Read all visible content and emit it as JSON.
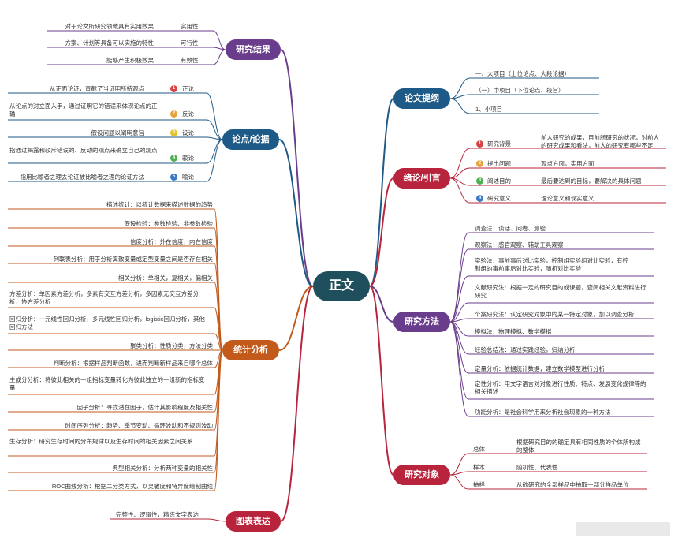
{
  "center": "正文",
  "hubs": {
    "results": "研究结果",
    "arguments": "论点/论据",
    "stats": "统计分析",
    "charts": "图表表达",
    "outline": "论文提纲",
    "intro": "绪论/引言",
    "methods": "研究方法",
    "object": "研究对象"
  },
  "results": [
    {
      "desc": "对于论文所研究领域具有实用效果",
      "tag": "实用性"
    },
    {
      "desc": "方案、计划等具备可以实施的特性",
      "tag": "可行性"
    },
    {
      "desc": "能够产生积极效果",
      "tag": "有效性"
    }
  ],
  "arguments": [
    {
      "desc": "从正面论证，直截了当证明所持观点",
      "num": "1",
      "tag": "正论"
    },
    {
      "desc": "从论点的对立面入手，通过证明它的错误来体现论点的正确",
      "num": "2",
      "tag": "反论"
    },
    {
      "desc": "假设问题以阐明意旨",
      "num": "3",
      "tag": "设论"
    },
    {
      "desc": "指通过揭露和驳斥错误的、反动的观点来确立自己的观点",
      "num": "4",
      "tag": "驳论"
    },
    {
      "desc": "指用比喻者之理去论证被比喻者之理的论证方法",
      "num": "5",
      "tag": "喻论"
    }
  ],
  "stats": [
    "描述统计：以统计数据来描述数据的趋势",
    "假设检验：参数检验、非参数检验",
    "信度分析：外在信度，内在信度",
    "列联表分析：用于分析离散变量或定型变量之间是否存在相关",
    "相关分析：单相关，复相关，偏相关",
    "方差分析：单因素方差分析，多素有交互方差分析，多因素无交互方差分析，协方差分析",
    "回归分析：一元线性回归分析，多元线性回归分析，logistic回归分析，其他回归方法",
    "聚类分析：性质分类，方法分类",
    "判断分析：根据样品判断函数，进而判断新样品来自哪个总体",
    "主成分分析：将彼此相关的一组指标变量转化为彼此独立的一组新的指标变量",
    "因子分析：寻找潜在因子，估计其影响程度及相关性",
    "时间序列分析：趋势、季节变动、循环波动和不规则波动",
    "生存分析：研究生存时间的分布规律以及生存时间的相关因素之间关系",
    "典型相关分析：分析两种变量的相关性",
    "ROC曲线分析：根据二分类方式，以灵敏度和特异度绘制曲线"
  ],
  "charts": [
    "完整性、逻辑性，精炼文字表达"
  ],
  "outline": [
    "一、大项目（上位论点、大段论据）",
    "（一）中项目（下位论点、段旨）",
    "1、小项目"
  ],
  "intro": [
    {
      "num": "1",
      "tag": "研究背景",
      "desc": "前人研究的成果，目前所研究的状况，对前人的研究成果和看法，前人的研究有哪些不足"
    },
    {
      "num": "2",
      "tag": "提出问题",
      "desc": "观点方面，实用方面"
    },
    {
      "num": "3",
      "tag": "阐述目的",
      "desc": "最后要达到的目标，要解决的具体问题"
    },
    {
      "num": "4",
      "tag": "研究意义",
      "desc": "理论意义和现实意义"
    }
  ],
  "methods": [
    "调查法：谈话、问卷、测验",
    "观察法：感官观察、辅助工具观察",
    "实验法：事前事后对比实验，控制组实验组对比实验，有控制组的事前事后对比实验，随机对比实验",
    "文献研究法：根据一定的研究目的或课题，查阅相关文献资料进行研究",
    "个案研究法：认定研究对象中的某一特定对象，加以调查分析",
    "模拟法：物理模拟、数学模拟",
    "经验总结法：通过实践经验，归纳分析",
    "定量分析：依据统计数据，建立数学模型进行分析",
    "定性分析：用文字语言对对象进行性质、特点、发展变化规律等的相关描述",
    "功能分析：是社会科学用来分析社会现象的一种方法"
  ],
  "object": [
    {
      "tag": "总体",
      "desc": "根据研究目的的确定具有相同性质的个体所构成的整体"
    },
    {
      "tag": "样本",
      "desc": "随机性、代表性"
    },
    {
      "tag": "抽样",
      "desc": "从欲研究的全部样品中抽取一部分样品单位"
    }
  ],
  "colors": {
    "results": "#6a3d8c",
    "arguments": "#1e5a87",
    "stats": "#c25a1c",
    "charts": "#b8243b",
    "outline": "#1e5a87",
    "intro": "#b8243b",
    "methods": "#6a3d8c",
    "object": "#b8243b",
    "num_red": "#d94040",
    "num_orange": "#e8a23a",
    "num_yellow": "#e8c02a",
    "num_green": "#4caf50",
    "num_blue": "#3a78c8",
    "center": "#1f4e5c"
  }
}
